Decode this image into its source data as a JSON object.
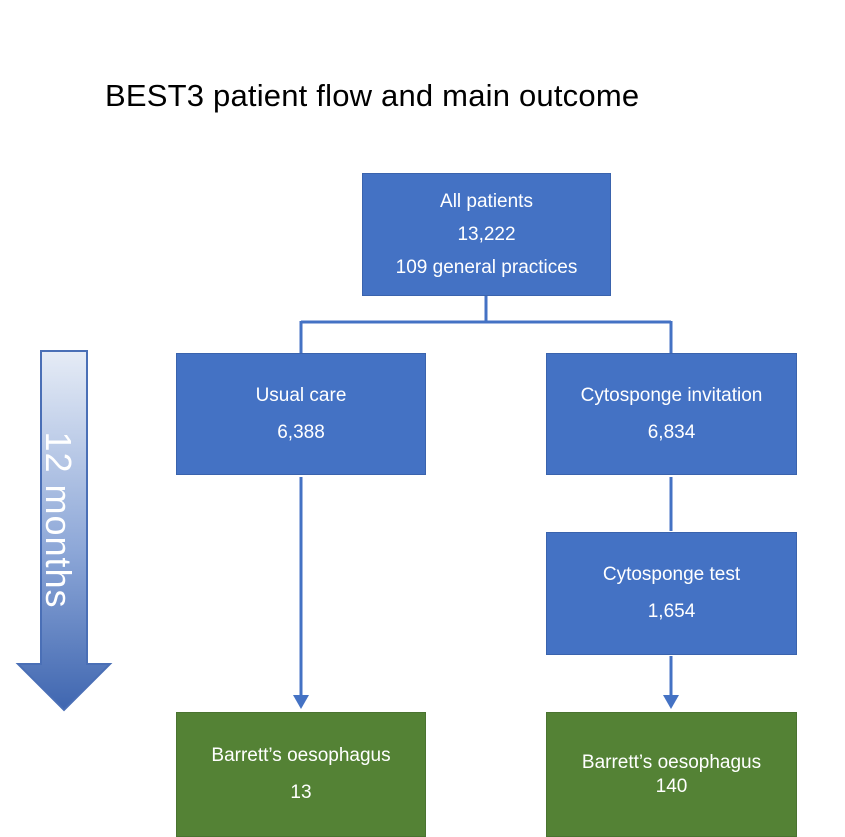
{
  "title": "BEST3 patient flow and main outcome",
  "timeline": {
    "label": "12 months"
  },
  "nodes": {
    "all_patients": {
      "line1": "All patients",
      "line2": "13,222",
      "line3": "109 general practices"
    },
    "usual_care": {
      "line1": "Usual care",
      "line2": "6,388"
    },
    "cytosponge_invitation": {
      "line1": "Cytosponge invitation",
      "line2": "6,834"
    },
    "cytosponge_test": {
      "line1": "Cytosponge test",
      "line2": "1,654"
    },
    "barretts_usual": {
      "line1": "Barrett’s oesophagus",
      "line2": "13"
    },
    "barretts_cytosponge": {
      "line1": "Barrett’s oesophagus",
      "line2": "140"
    }
  },
  "colors": {
    "box_blue": "#4472c4",
    "box_green": "#548235",
    "connector": "#4472c4",
    "arrow_light": "#dfe6f3",
    "arrow_dark": "#4a6fb6"
  }
}
